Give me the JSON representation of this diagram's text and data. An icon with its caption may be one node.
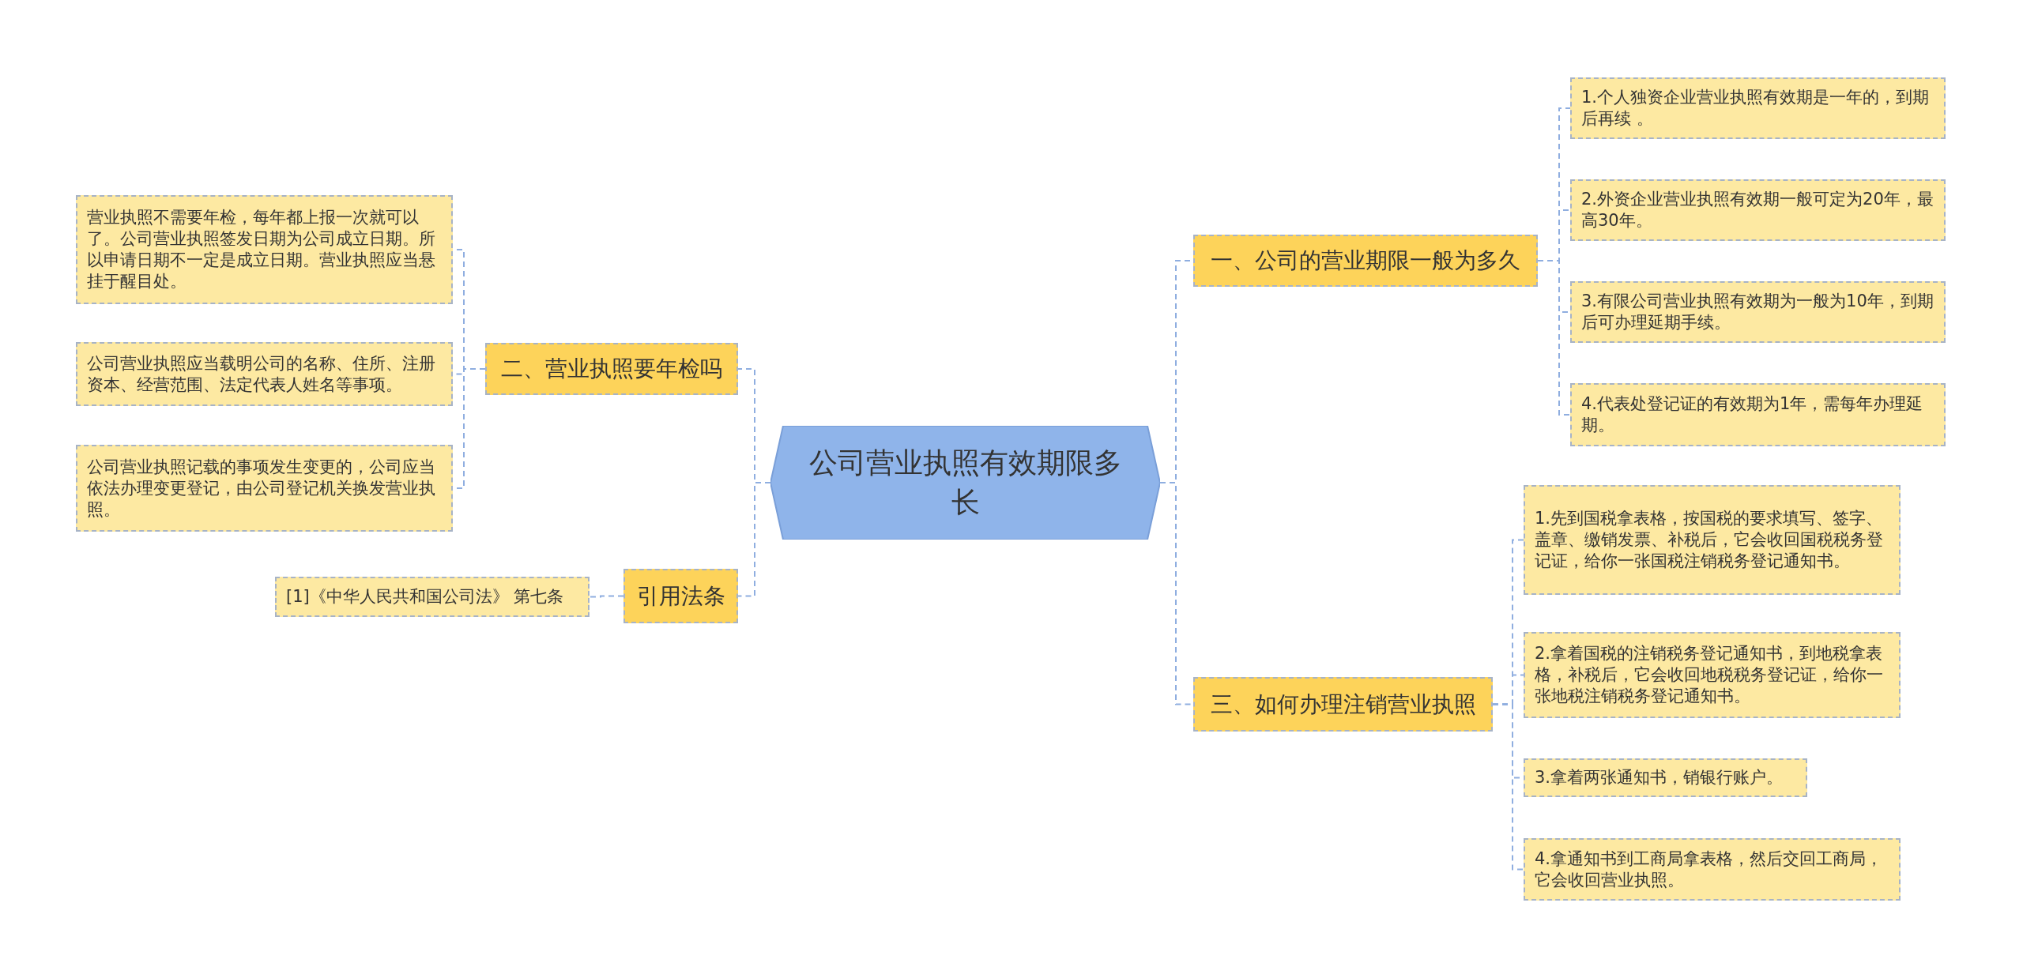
{
  "diagram": {
    "nodes": [
      {
        "text": [
          "公司营业执照有效期限多长"
        ]
      },
      {
        "text": [
          "二、营业执照要年检吗"
        ]
      },
      {
        "text": [
          "营业执照不需要年检，每年都上报一次就可以了。公司营业执照签发日期为公司成立日期。所以申请日期不一定是成立日期。营业执照应当悬挂于醒目处。"
        ]
      },
      {
        "text": [
          "公司营业执照应当载明公司的名称、住所、注册资本、经营范围、法定代表人姓名等事项。"
        ]
      },
      {
        "text": [
          "公司营业执照记载的事项发生变更的，公司应当依法办理变更登记，由公司登记机关换发营业执照。"
        ]
      },
      {
        "text": [
          "引用法条"
        ]
      },
      {
        "text": [
          "[1]《中华人民共和国公司法》 第七条"
        ]
      },
      {
        "text": [
          "一、公司的营业期限一般为多久"
        ]
      },
      {
        "text": [
          "1.个人独资企业营业执照有效期是一年的，到期后再续 。"
        ]
      },
      {
        "text": [
          "2.外资企业营业执照有效期一般可定为20年，最高30年。"
        ]
      },
      {
        "text": [
          "3.有限公司营业执照有效期为一般为10年，到期后可办理延期手续。"
        ]
      },
      {
        "text": [
          "4.代表处登记证的有效期为1年，需每年办理延期。"
        ]
      },
      {
        "text": [
          "三、如何办理注销营业执照"
        ]
      },
      {
        "text": [
          "1.先到国税拿表格，按国税的要求填写、签字、盖章、缴销发票、补税后，它会收回国税税务登记证，给你一张国税注销税务登记通知书。"
        ]
      },
      {
        "text": [
          "2.拿着国税的注销税务登记通知书，到地税拿表格，补税后，它会收回地税税务登记证，给你一张地税注销税务登记通知书。"
        ]
      },
      {
        "text": [
          "3.拿着两张通知书，销银行账户。"
        ]
      },
      {
        "text": [
          "4.拿通知书到工商局拿表格，然后交回工商局，它会收回营业执照。"
        ]
      }
    ],
    "edges": [
      {
        "from": 0,
        "to": 1,
        "arrow": "none"
      },
      {
        "from": 1,
        "to": 2,
        "arrow": "none"
      },
      {
        "from": 1,
        "to": 3,
        "arrow": "none"
      },
      {
        "from": 1,
        "to": 4,
        "arrow": "none"
      },
      {
        "from": 0,
        "to": 5,
        "arrow": "none"
      },
      {
        "from": 5,
        "to": 6,
        "arrow": "none"
      },
      {
        "from": 0,
        "to": 7,
        "arrow": "none"
      },
      {
        "from": 7,
        "to": 8,
        "arrow": "none"
      },
      {
        "from": 7,
        "to": 9,
        "arrow": "none"
      },
      {
        "from": 7,
        "to": 10,
        "arrow": "none"
      },
      {
        "from": 7,
        "to": 11,
        "arrow": "none"
      },
      {
        "from": 0,
        "to": 12,
        "arrow": "none"
      },
      {
        "from": 12,
        "to": 13,
        "arrow": "none"
      },
      {
        "from": 12,
        "to": 14,
        "arrow": "none"
      },
      {
        "from": 12,
        "to": 15,
        "arrow": "none"
      },
      {
        "from": 12,
        "to": 16,
        "arrow": "none"
      }
    ]
  }
}
